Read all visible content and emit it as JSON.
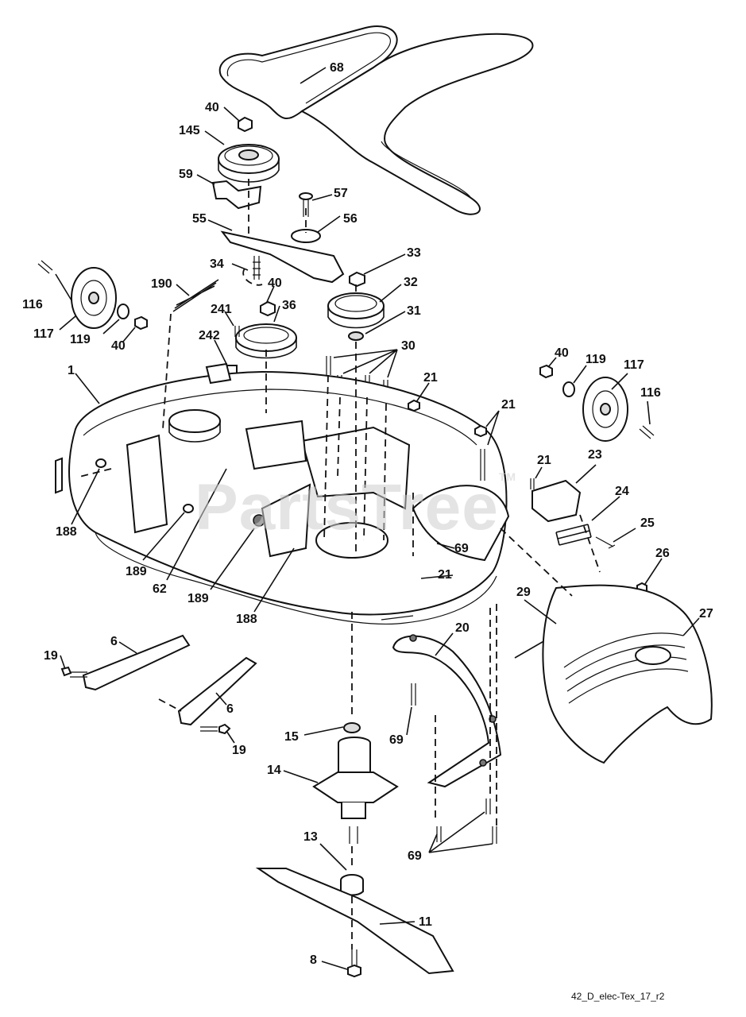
{
  "watermark": "PartsTree",
  "watermark_tm": "TM",
  "diagram_code": "42_D_elec-Tex_17_r2",
  "callouts": [
    {
      "id": "68",
      "name": "callout-68"
    },
    {
      "id": "40",
      "name": "callout-40-top"
    },
    {
      "id": "145",
      "name": "callout-145"
    },
    {
      "id": "59",
      "name": "callout-59"
    },
    {
      "id": "57",
      "name": "callout-57"
    },
    {
      "id": "56",
      "name": "callout-56"
    },
    {
      "id": "55",
      "name": "callout-55"
    },
    {
      "id": "33",
      "name": "callout-33"
    },
    {
      "id": "34",
      "name": "callout-34"
    },
    {
      "id": "32",
      "name": "callout-32"
    },
    {
      "id": "190",
      "name": "callout-190"
    },
    {
      "id": "40",
      "name": "callout-40-mid"
    },
    {
      "id": "116",
      "name": "callout-116-left"
    },
    {
      "id": "36",
      "name": "callout-36"
    },
    {
      "id": "31",
      "name": "callout-31"
    },
    {
      "id": "241",
      "name": "callout-241"
    },
    {
      "id": "117",
      "name": "callout-117-left"
    },
    {
      "id": "119",
      "name": "callout-119-left"
    },
    {
      "id": "40",
      "name": "callout-40-left"
    },
    {
      "id": "242",
      "name": "callout-242"
    },
    {
      "id": "30",
      "name": "callout-30"
    },
    {
      "id": "40",
      "name": "callout-40-right"
    },
    {
      "id": "119",
      "name": "callout-119-right"
    },
    {
      "id": "117",
      "name": "callout-117-right"
    },
    {
      "id": "1",
      "name": "callout-1"
    },
    {
      "id": "21",
      "name": "callout-21-a"
    },
    {
      "id": "116",
      "name": "callout-116-right"
    },
    {
      "id": "21",
      "name": "callout-21-b"
    },
    {
      "id": "21",
      "name": "callout-21-c"
    },
    {
      "id": "23",
      "name": "callout-23"
    },
    {
      "id": "24",
      "name": "callout-24"
    },
    {
      "id": "25",
      "name": "callout-25"
    },
    {
      "id": "188",
      "name": "callout-188-left"
    },
    {
      "id": "69",
      "name": "callout-69-a"
    },
    {
      "id": "26",
      "name": "callout-26"
    },
    {
      "id": "189",
      "name": "callout-189-left"
    },
    {
      "id": "21",
      "name": "callout-21-d"
    },
    {
      "id": "62",
      "name": "callout-62"
    },
    {
      "id": "189",
      "name": "callout-189-mid"
    },
    {
      "id": "29",
      "name": "callout-29"
    },
    {
      "id": "27",
      "name": "callout-27"
    },
    {
      "id": "188",
      "name": "callout-188-mid"
    },
    {
      "id": "20",
      "name": "callout-20"
    },
    {
      "id": "6",
      "name": "callout-6-a"
    },
    {
      "id": "19",
      "name": "callout-19-a"
    },
    {
      "id": "6",
      "name": "callout-6-b"
    },
    {
      "id": "15",
      "name": "callout-15"
    },
    {
      "id": "69",
      "name": "callout-69-b"
    },
    {
      "id": "19",
      "name": "callout-19-b"
    },
    {
      "id": "14",
      "name": "callout-14"
    },
    {
      "id": "13",
      "name": "callout-13"
    },
    {
      "id": "69",
      "name": "callout-69-c"
    },
    {
      "id": "11",
      "name": "callout-11"
    },
    {
      "id": "8",
      "name": "callout-8"
    }
  ]
}
